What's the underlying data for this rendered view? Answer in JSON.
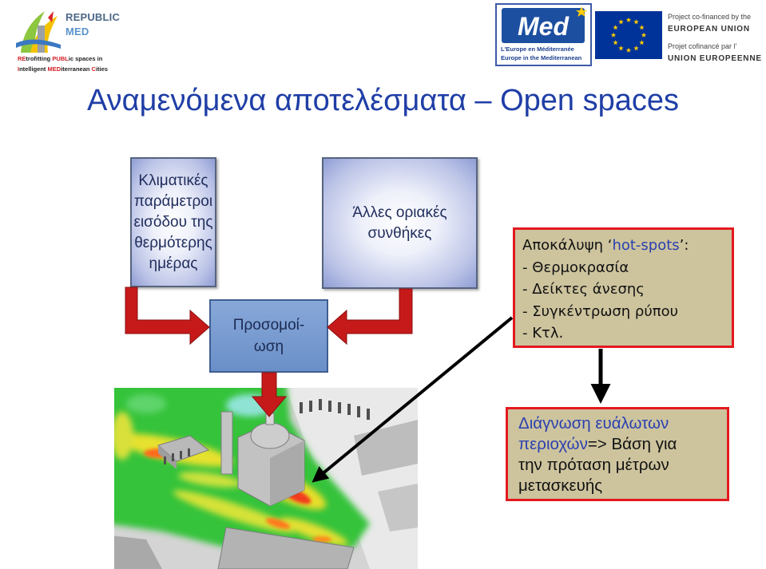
{
  "header": {
    "republic_logo": {
      "line1": "REPUBLIC",
      "line2": "MED",
      "tagline_line1": [
        "RE",
        "trofitting ",
        "PUBL",
        "ic spaces in"
      ],
      "tagline_line2": [
        "I",
        "ntelligent ",
        "MED",
        "iterranean ",
        "C",
        "ities"
      ]
    },
    "med_logo": {
      "wordmark": "Med",
      "line1": "L'Europe en Méditerranée",
      "line2": "Europe in the Mediterranean"
    },
    "eu": {
      "line1": "Project co-financed by the",
      "line2": "EUROPEAN UNION",
      "line3": "Projet cofinancé par l'",
      "line4": "UNION EUROPEENNE"
    }
  },
  "title": "Αναμενόμενα αποτελέσματα – Open spaces",
  "diagram": {
    "climate_input": [
      "Κλιματικές",
      "παράμετροι",
      "εισόδου της",
      "θερμότερης",
      "ημέρας"
    ],
    "boundary_input": [
      "Άλλες οριακές",
      "συνθήκες"
    ],
    "simulation": [
      "Προσομοί-",
      "ωση"
    ],
    "hotspots": {
      "lead": "Αποκάλυψη ‘",
      "highlight": "hot-spots",
      "tail": "’:",
      "items": [
        "- Θερμοκρασία",
        "- Δείκτες άνεσης",
        "- Συγκέντρωση ρύπου",
        "- Κτλ."
      ]
    },
    "diagnosis": {
      "line1": "Διάγνωση ευάλωτων",
      "line2_highlight": "περιοχών",
      "line2_rest": "=> Βάση για",
      "line3": "την πρόταση μέτρων",
      "line4": "μετασκευής"
    }
  },
  "colors": {
    "title": "#1f3ea6",
    "arrow_red": "#c61a1a",
    "result_border": "#e3191f",
    "result_fill": "#cdc49e",
    "highlight_blue": "#2a3fb0",
    "eu_blue": "#003399",
    "eu_star": "#ffcc00"
  }
}
